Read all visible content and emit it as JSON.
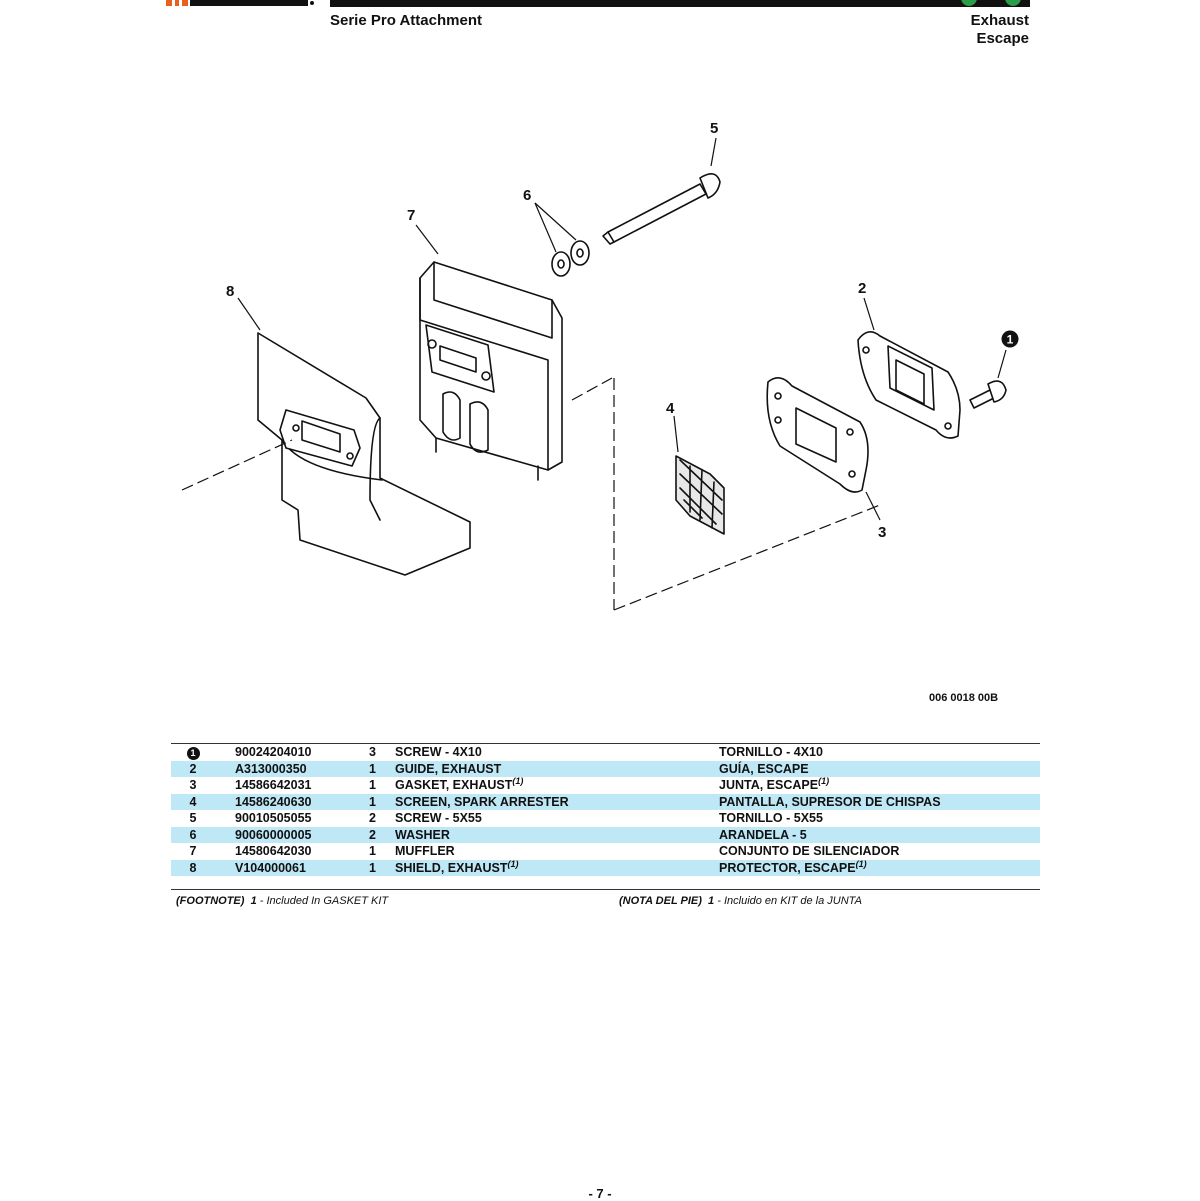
{
  "header": {
    "series": "Serie Pro Attachment",
    "section_en": "Exhaust",
    "section_es": "Escape"
  },
  "diagram": {
    "code": "006 0018 00B",
    "callouts": [
      "1",
      "2",
      "3",
      "4",
      "5",
      "6",
      "7",
      "8"
    ]
  },
  "parts": [
    {
      "ref": "1",
      "part_no": "90024204010",
      "qty": "3",
      "desc_en": "SCREW - 4X10",
      "desc_en_note": "",
      "desc_es": "TORNILLO - 4X10",
      "desc_es_note": ""
    },
    {
      "ref": "2",
      "part_no": "A313000350",
      "qty": "1",
      "desc_en": "GUIDE, EXHAUST",
      "desc_en_note": "",
      "desc_es": "GUÍA, ESCAPE",
      "desc_es_note": ""
    },
    {
      "ref": "3",
      "part_no": "14586642031",
      "qty": "1",
      "desc_en": "GASKET, EXHAUST",
      "desc_en_note": "(1)",
      "desc_es": "JUNTA, ESCAPE",
      "desc_es_note": "(1)"
    },
    {
      "ref": "4",
      "part_no": "14586240630",
      "qty": "1",
      "desc_en": "SCREEN, SPARK ARRESTER",
      "desc_en_note": "",
      "desc_es": "PANTALLA, SUPRESOR DE CHISPAS",
      "desc_es_note": ""
    },
    {
      "ref": "5",
      "part_no": "90010505055",
      "qty": "2",
      "desc_en": "SCREW - 5X55",
      "desc_en_note": "",
      "desc_es": "TORNILLO - 5X55",
      "desc_es_note": ""
    },
    {
      "ref": "6",
      "part_no": "90060000005",
      "qty": "2",
      "desc_en": "WASHER",
      "desc_en_note": "",
      "desc_es": "ARANDELA - 5",
      "desc_es_note": ""
    },
    {
      "ref": "7",
      "part_no": "14580642030",
      "qty": "1",
      "desc_en": "MUFFLER",
      "desc_en_note": "",
      "desc_es": "CONJUNTO DE SILENCIADOR",
      "desc_es_note": ""
    },
    {
      "ref": "8",
      "part_no": "V104000061",
      "qty": "1",
      "desc_en": "SHIELD, EXHAUST",
      "desc_en_note": "(1)",
      "desc_es": "PROTECTOR, ESCAPE",
      "desc_es_note": "(1)"
    }
  ],
  "footnote": {
    "en_label": "(FOOTNOTE)",
    "en_num": "1",
    "en_text": "- Included In GASKET KIT",
    "es_label": "(NOTA DEL PIE)",
    "es_num": "1",
    "es_text": "- Incluido en KIT de la JUNTA"
  },
  "page_number": "- 7 -",
  "colors": {
    "row_highlight": "#bfe8f7",
    "brand_orange": "#e8601c",
    "brand_green": "#2a9d4a"
  }
}
